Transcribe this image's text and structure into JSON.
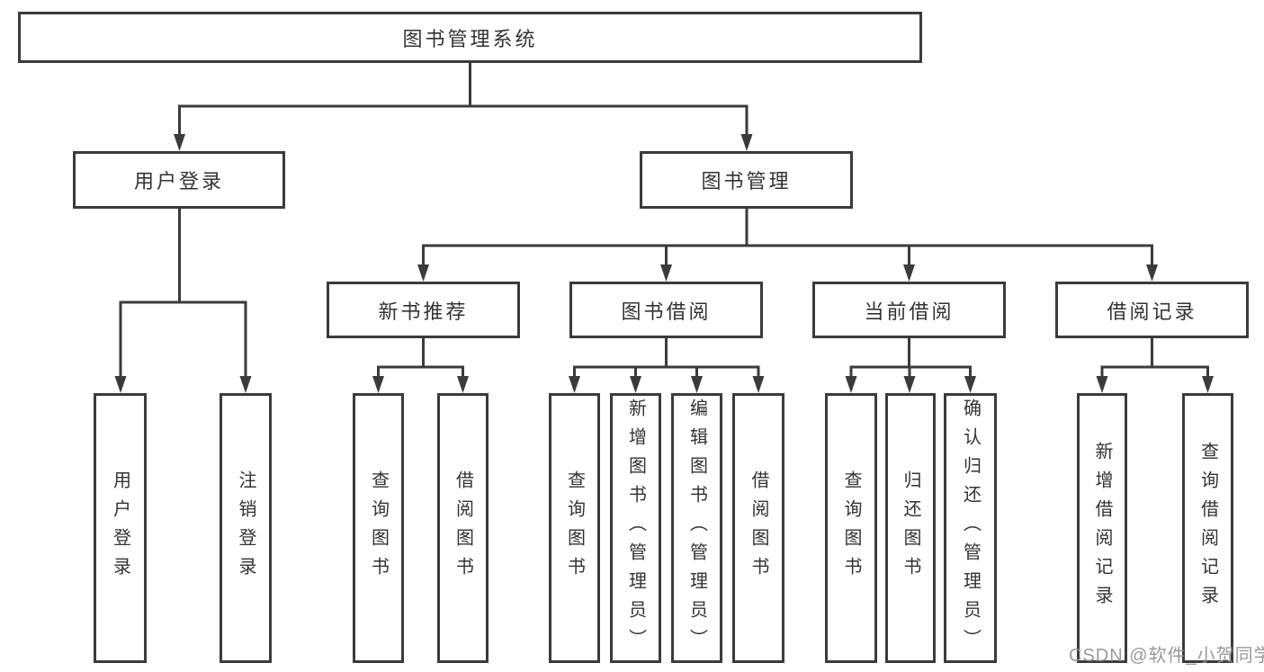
{
  "colors": {
    "line": "#3b3b3b",
    "text": "#333333",
    "background": "#ffffff",
    "watermark": "#919191"
  },
  "watermark": {
    "text": "CSDN @软件_小贺同学"
  },
  "tree": {
    "root": {
      "label": "图书管理系统",
      "children": [
        {
          "label": "用户登录",
          "children": [
            {
              "label": "用户登录"
            },
            {
              "label": "注销登录"
            }
          ]
        },
        {
          "label": "图书管理",
          "children": [
            {
              "label": "新书推荐",
              "children": [
                {
                  "label": "查询图书"
                },
                {
                  "label": "借阅图书"
                }
              ]
            },
            {
              "label": "图书借阅",
              "children": [
                {
                  "label": "查询图书"
                },
                {
                  "label": "新增图书（管理员）"
                },
                {
                  "label": "编辑图书（管理员）"
                },
                {
                  "label": "借阅图书"
                }
              ]
            },
            {
              "label": "当前借阅",
              "children": [
                {
                  "label": "查询图书"
                },
                {
                  "label": "归还图书"
                },
                {
                  "label": "确认归还（管理员）"
                }
              ]
            },
            {
              "label": "借阅记录",
              "children": [
                {
                  "label": "新增借阅记录"
                },
                {
                  "label": "查询借阅记录"
                }
              ]
            }
          ]
        }
      ]
    }
  }
}
